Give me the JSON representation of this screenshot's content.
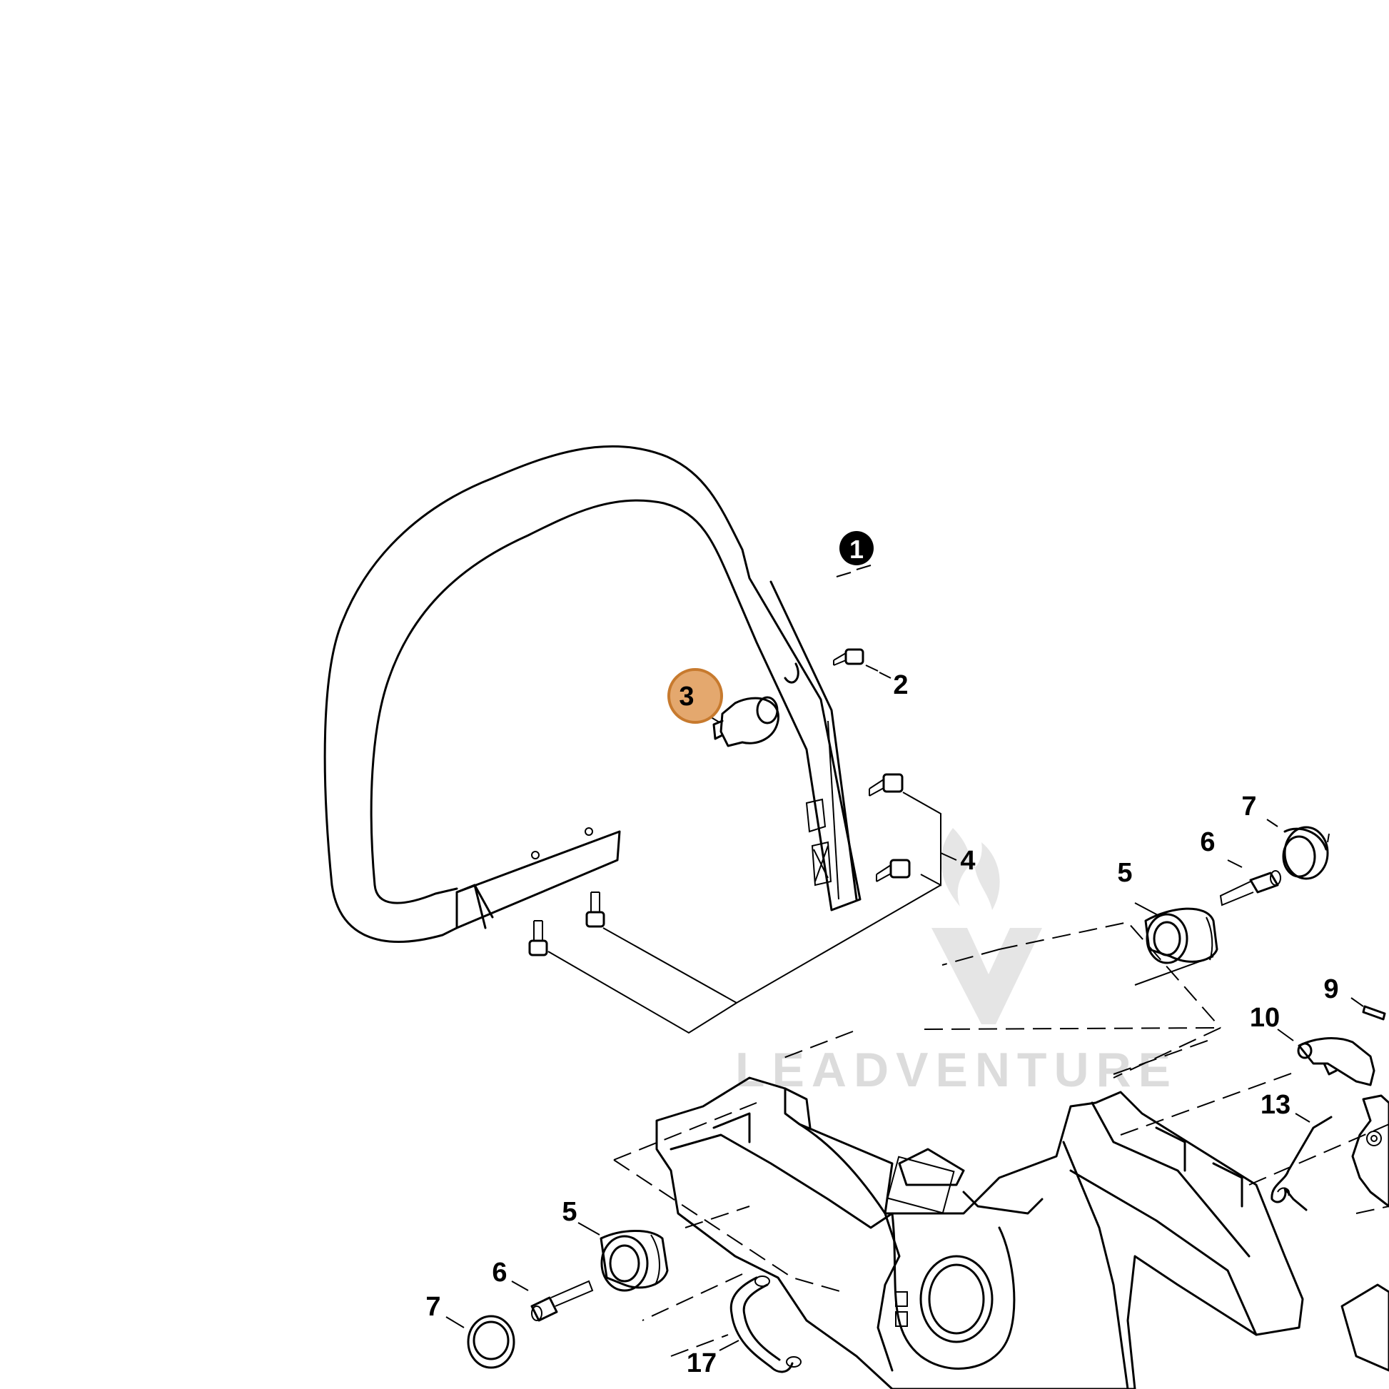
{
  "diagram": {
    "callouts": {
      "c1": "1",
      "c2": "2",
      "c3": "3",
      "c4": "4",
      "c5a": "5",
      "c5b": "5",
      "c6a": "6",
      "c6b": "6",
      "c7a": "7",
      "c7b": "7",
      "c9": "9",
      "c10": "10",
      "c13": "13",
      "c17": "17"
    },
    "highlight_color": "#e4a86e",
    "highlight_stroke": "#c77a2e",
    "watermark": "LEADVENTURE"
  }
}
